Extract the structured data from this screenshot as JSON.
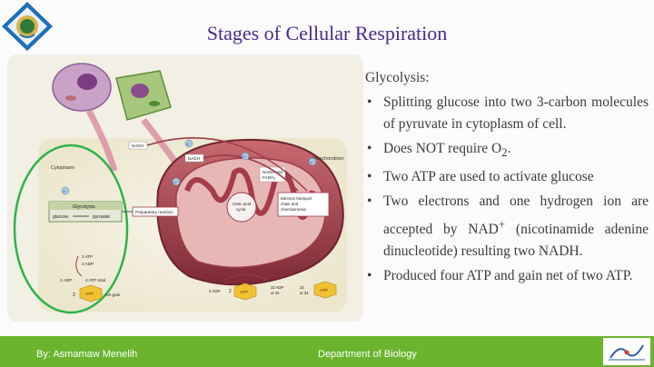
{
  "slide": {
    "title": "Stages of Cellular Respiration"
  },
  "content": {
    "heading": "Glycolysis:",
    "bullets": [
      {
        "text": "Splitting glucose into two 3-carbon molecules of pyruvate in cytoplasm of cell."
      },
      {
        "pre": "Does NOT require O",
        "sub": "2",
        "post": "."
      },
      {
        "text": "Two ATP are used to activate glucose"
      },
      {
        "pre": "Two electrons and one hydrogen ion are accepted by NAD",
        "sup": "+",
        "post": " (nicotinamide adenine dinucleotide) resulting two NADH."
      },
      {
        "text": "Produced four ATP and gain net of two ATP."
      }
    ]
  },
  "figure": {
    "labels": {
      "cytoplasm": "Cytoplasm",
      "mitochondrion": "Mitochondrion",
      "glycolysis": "Glycolysis",
      "glucose": "glucose",
      "pyruvate": "pyruvate",
      "preparatory_reaction": "Preparatory reaction",
      "citric_acid_cycle_1": "Citric acid",
      "citric_acid_cycle_2": "cycle",
      "etc_1": "Electron transport",
      "etc_2": "chain and",
      "etc_3": "chemiosmosis",
      "nadh_1": "NADH",
      "nadh_2": "NADH",
      "nadh_fadh_1": "NADH and",
      "nadh_fadh_2": "FADH",
      "fadh_sub": "2",
      "e_minus": "e⁻",
      "atp_2": "2 ATP",
      "adp_2": "2 ADP",
      "adp_4": "4 ADP",
      "atp_4_total": "4 ATP total",
      "atp": "ATP",
      "net_gain": "net gain",
      "num_2a": "2",
      "num_2b": "2",
      "adp_2_right": "2 ADP",
      "adp_32_1": "32 ADP",
      "adp_32_2": "or 34",
      "atp_32_1": "32",
      "atp_32_2": "or 34"
    }
  },
  "footer": {
    "author": "By: Asmamaw Menelih",
    "department": "Department of Biology"
  },
  "colors": {
    "title": "#4b2a8a",
    "footer": "#6ab42e",
    "body_text": "#3b3b3b",
    "mitochondrion": "#9c3b48",
    "highlight_ellipse": "#2db34a",
    "atp_fill": "#f0c233"
  },
  "icons": {
    "logo": "institution-seal-icon",
    "footer_logo": "university-logo-icon"
  }
}
